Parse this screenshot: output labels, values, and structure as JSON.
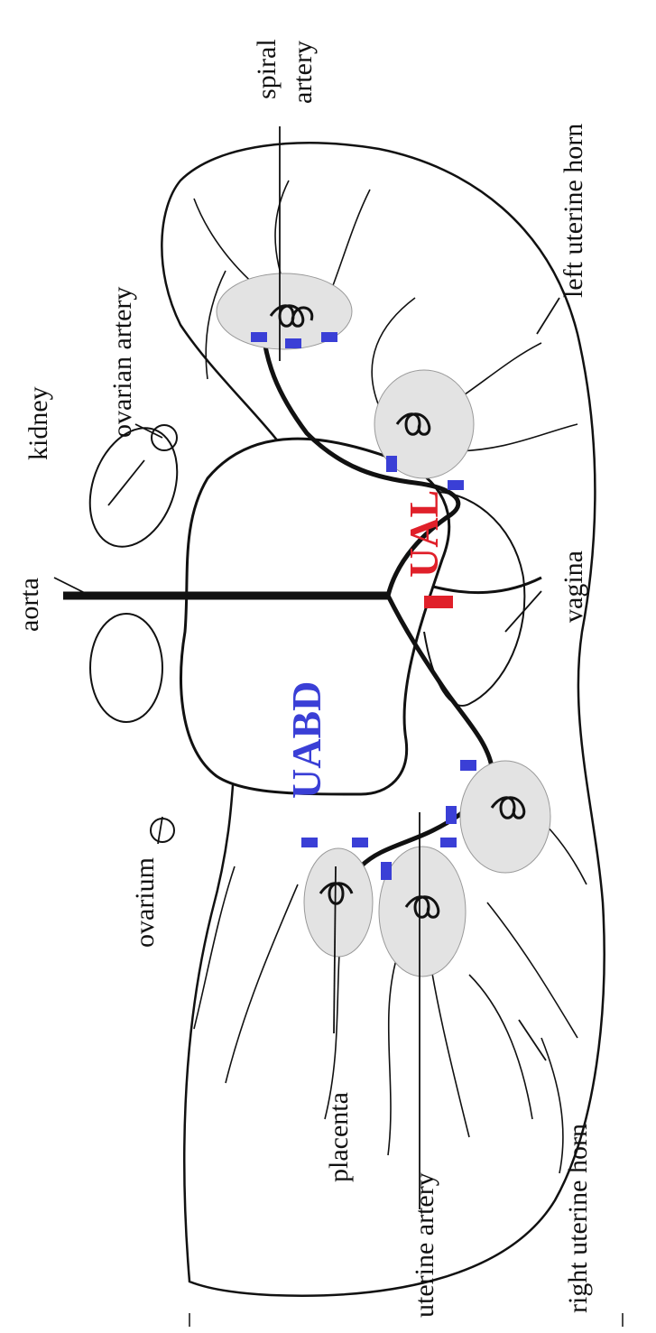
{
  "labels": {
    "aorta": "aorta",
    "kidney": "kidney",
    "ovarian_artery": "ovarian artery",
    "spiral": "spiral",
    "artery": "artery",
    "left_uterine_horn": "left uterine horn",
    "vagina": "vagina",
    "right_uterine_horn": "right uterine horn",
    "uterine_artery": "uterine artery",
    "placenta": "placenta",
    "ovarium": "ovarium",
    "uabd": "UABD",
    "ual": "UAL"
  },
  "colors": {
    "uabd": "#3a3fd6",
    "ual": "#e0202a",
    "placenta_fill": "#e3e3e3",
    "ink": "#111111"
  }
}
